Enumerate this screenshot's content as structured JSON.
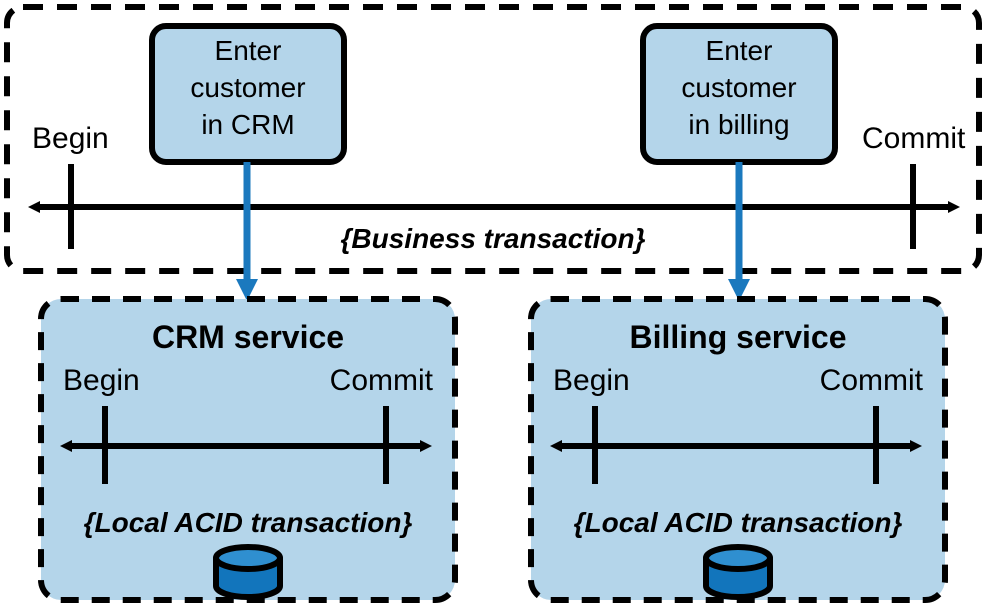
{
  "diagram": {
    "title_hidden": "Business transaction spanning two service local transactions",
    "colors": {
      "box_fill": "#b4d5ea",
      "outline": "#000000",
      "connector_blue": "#1b79be",
      "db_body": "#1275bc",
      "db_top": "#2f8fd0",
      "background": "#ffffff"
    },
    "business_transaction": {
      "caption": "{Business transaction}",
      "begin_label": "Begin",
      "commit_label": "Commit",
      "steps": [
        {
          "id": "crm-step",
          "line1": "Enter",
          "line2": "customer",
          "line3": "in CRM"
        },
        {
          "id": "billing-step",
          "line1": "Enter",
          "line2": "customer",
          "line3": "in billing"
        }
      ]
    },
    "services": [
      {
        "id": "crm-service",
        "title": "CRM service",
        "begin_label": "Begin",
        "commit_label": "Commit",
        "caption": "{Local ACID transaction}",
        "database_icon": "database-cylinder-icon"
      },
      {
        "id": "billing-service",
        "title": "Billing service",
        "begin_label": "Begin",
        "commit_label": "Commit",
        "caption": "{Local ACID transaction}",
        "database_icon": "database-cylinder-icon"
      }
    ],
    "connectors": [
      {
        "id": "crm-connector",
        "from": "crm-step",
        "to": "crm-service",
        "icon": "down-arrow-icon"
      },
      {
        "id": "billing-connector",
        "from": "billing-step",
        "to": "billing-service",
        "icon": "down-arrow-icon"
      }
    ]
  }
}
